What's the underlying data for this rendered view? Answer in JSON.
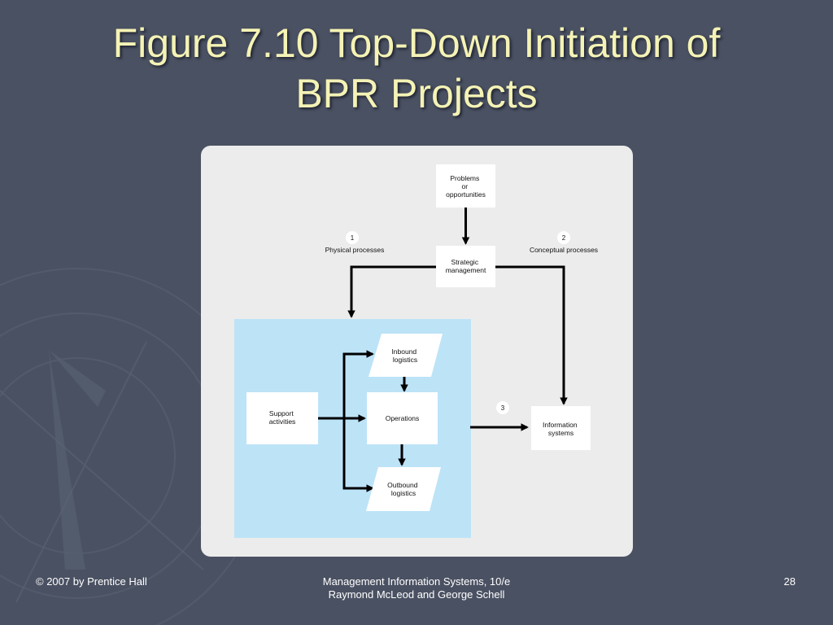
{
  "slide": {
    "title_lines": [
      "Figure 7.10 Top-Down Initiation of",
      "BPR Projects"
    ],
    "footer_left": "© 2007 by Prentice Hall",
    "footer_center_lines": [
      "Management Information Systems, 10/e",
      "Raymond McLeod and George Schell"
    ],
    "page_number": "28"
  },
  "diagram": {
    "problems": [
      "Problems",
      "or",
      "opportunities"
    ],
    "strategic": [
      "Strategic",
      "management"
    ],
    "badge_1": "1",
    "badge_2": "2",
    "badge_3": "3",
    "physical_label": "Physical processes",
    "conceptual_label": "Conceptual processes",
    "support": [
      "Support",
      "activities"
    ],
    "inbound": [
      "Inbound",
      "logistics"
    ],
    "operations": "Operations",
    "outbound": [
      "Outbound",
      "logistics"
    ],
    "info_systems": [
      "Information",
      "systems"
    ]
  },
  "colors": {
    "background": "#4a5162",
    "title": "#f5f3b5",
    "panel": "#ececec",
    "value_chain_area": "#bde3f7"
  }
}
